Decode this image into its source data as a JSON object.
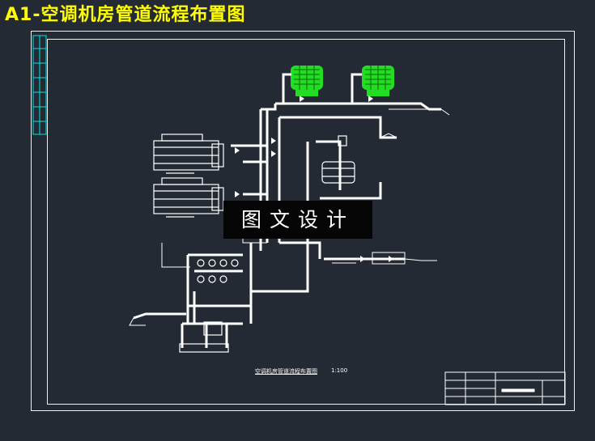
{
  "title": "A1-空调机房管道流程布置图",
  "watermark": "图文设计",
  "drawing": {
    "caption": "空调机房管道流程布置图",
    "scale": "1:100"
  },
  "colors": {
    "background": "#232a33",
    "title": "#ffff00",
    "lines": "#ffffff",
    "tower": "#22dd22",
    "stripe": "#00e5e5"
  }
}
